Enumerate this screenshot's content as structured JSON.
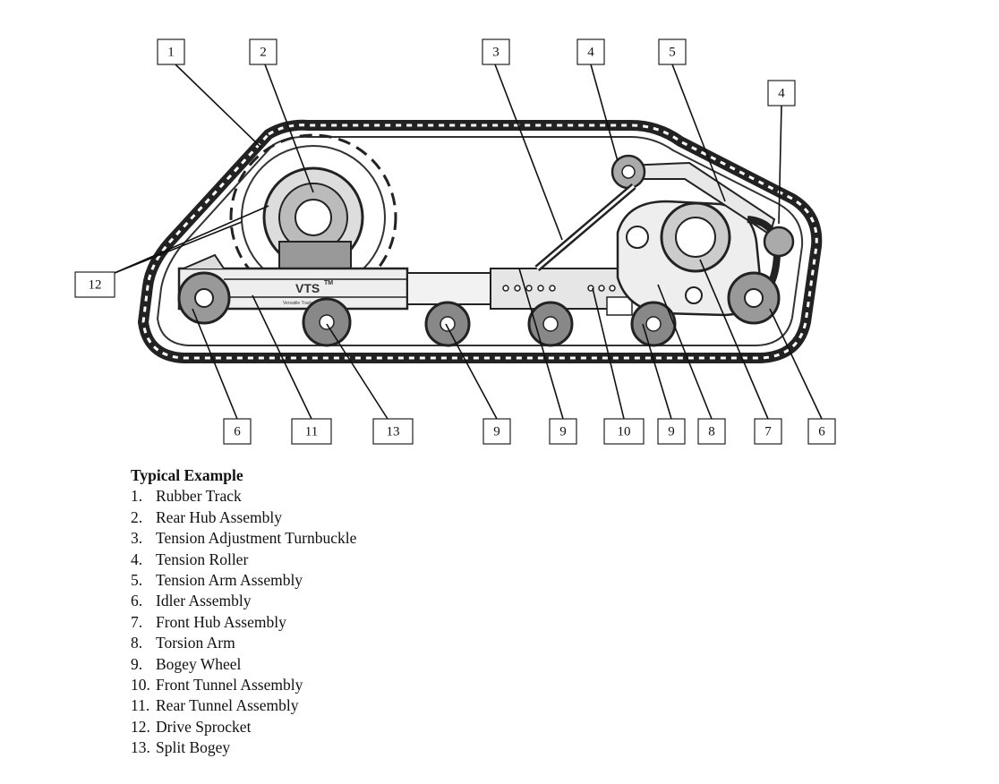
{
  "callouts": [
    {
      "id": "c1",
      "label": "1"
    },
    {
      "id": "c2",
      "label": "2"
    },
    {
      "id": "c3",
      "label": "3"
    },
    {
      "id": "c4a",
      "label": "4"
    },
    {
      "id": "c5",
      "label": "5"
    },
    {
      "id": "c4b",
      "label": "4"
    },
    {
      "id": "c12",
      "label": "12"
    },
    {
      "id": "c6a",
      "label": "6"
    },
    {
      "id": "c11",
      "label": "11"
    },
    {
      "id": "c13",
      "label": "13"
    },
    {
      "id": "c9a",
      "label": "9"
    },
    {
      "id": "c9b",
      "label": "9"
    },
    {
      "id": "c10",
      "label": "10"
    },
    {
      "id": "c9c",
      "label": "9"
    },
    {
      "id": "c8",
      "label": "8"
    },
    {
      "id": "c7",
      "label": "7"
    },
    {
      "id": "c6b",
      "label": "6"
    }
  ],
  "badge": {
    "brand": "VTS",
    "tm": "TM",
    "subtitle": "Versatile Track System"
  },
  "legend": {
    "title": "Typical Example",
    "items": [
      {
        "num": "1.",
        "text": "Rubber Track"
      },
      {
        "num": "2.",
        "text": "Rear Hub Assembly"
      },
      {
        "num": "3.",
        "text": "Tension Adjustment Turnbuckle"
      },
      {
        "num": "4.",
        "text": "Tension Roller"
      },
      {
        "num": "5.",
        "text": "Tension Arm Assembly"
      },
      {
        "num": "6.",
        "text": "Idler Assembly"
      },
      {
        "num": "7.",
        "text": "Front Hub Assembly"
      },
      {
        "num": "8.",
        "text": "Torsion Arm"
      },
      {
        "num": "9.",
        "text": "Bogey Wheel"
      },
      {
        "num": "10.",
        "text": "Front Tunnel Assembly"
      },
      {
        "num": "11.",
        "text": "Rear Tunnel Assembly"
      },
      {
        "num": "12.",
        "text": "Drive Sprocket"
      },
      {
        "num": "13.",
        "text": "Split Bogey"
      }
    ]
  }
}
